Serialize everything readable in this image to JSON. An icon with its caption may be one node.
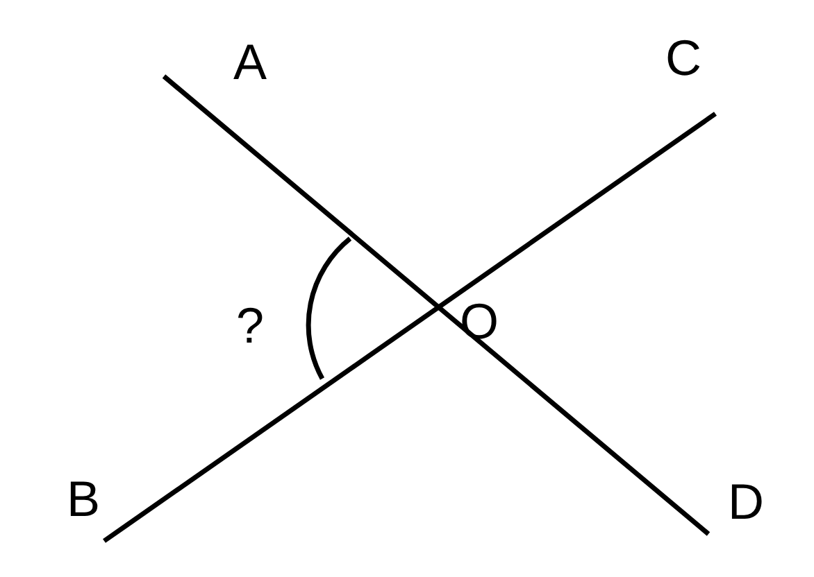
{
  "diagram": {
    "labels": [
      "A",
      "C",
      "?",
      "O",
      "B",
      "D"
    ]
  }
}
